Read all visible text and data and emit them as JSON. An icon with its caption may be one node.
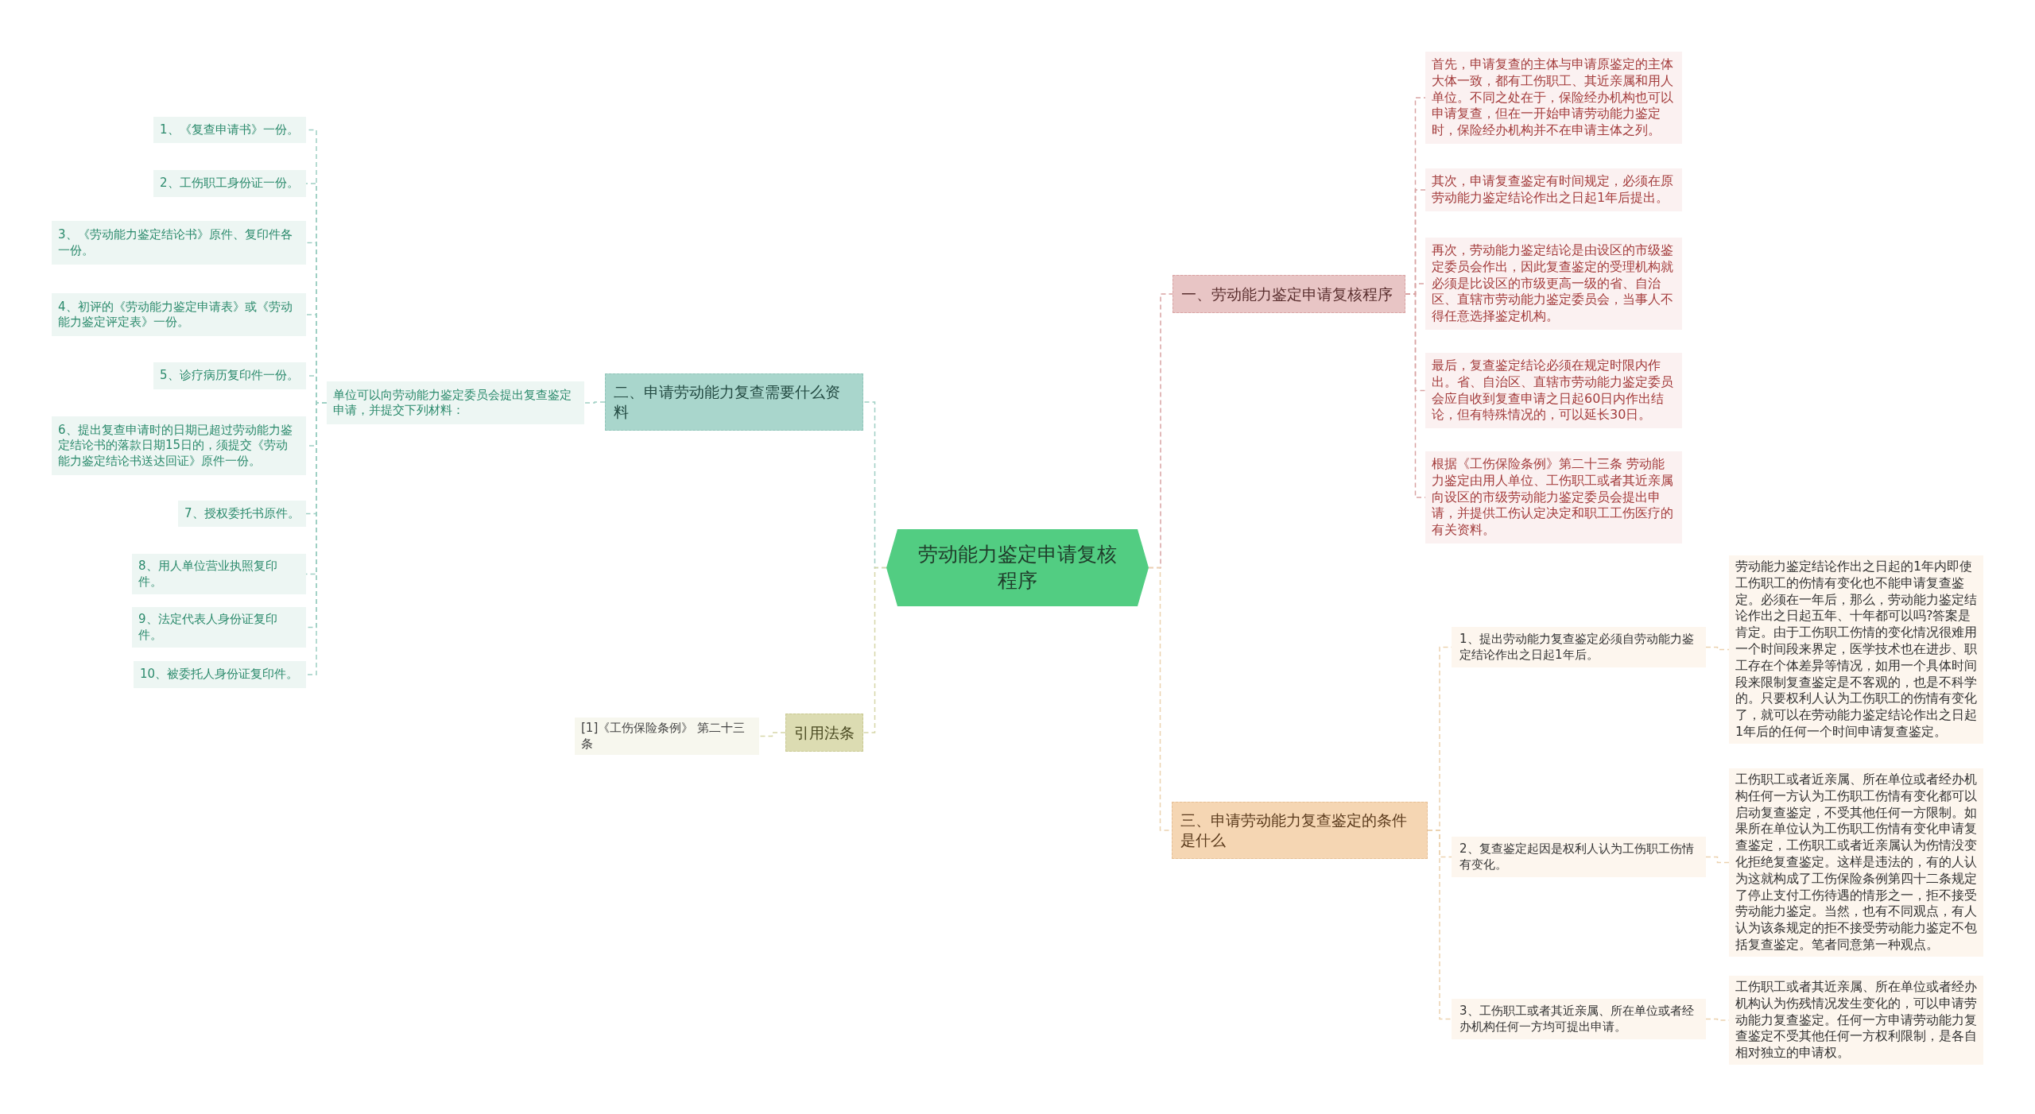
{
  "diagram": {
    "nodes": [
      {
        "text": [
          "劳动能力鉴定申请复核程序"
        ]
      },
      {
        "text": [
          "一、劳动能力鉴定申请复核程序"
        ]
      },
      {
        "text": [
          "首先，申请复查的主体与申请原鉴定的主体大体一致，都有工伤职工、其近亲属和用人单位。不同之处在于，保险经办机构也可以申请复查，但在一开始申请劳动能力鉴定时，保险经办机构并不在申请主体之列。"
        ]
      },
      {
        "text": [
          "其次，申请复查鉴定有时间规定，必须在原劳动能力鉴定结论作出之日起1年后提出。"
        ]
      },
      {
        "text": [
          "再次，劳动能力鉴定结论是由设区的市级鉴定委员会作出，因此复查鉴定的受理机构就必须是比设区的市级更高一级的省、自治区、直辖市劳动能力鉴定委员会，当事人不得任意选择鉴定机构。"
        ]
      },
      {
        "text": [
          "最后，复查鉴定结论必须在规定时限内作出。省、自治区、直辖市劳动能力鉴定委员会应自收到复查申请之日起60日内作出结论，但有特殊情况的，可以延长30日。"
        ]
      },
      {
        "text": [
          "根据《工伤保险条例》第二十三条 劳动能力鉴定由用人单位、工伤职工或者其近亲属向设区的市级劳动能力鉴定委员会提出申请，并提供工伤认定决定和职工工伤医疗的有关资料。"
        ]
      },
      {
        "text": [
          "二、申请劳动能力复查需要什么资料"
        ]
      },
      {
        "text": [
          "单位可以向劳动能力鉴定委员会提出复查鉴定申请，并提交下列材料："
        ]
      },
      {
        "text": [
          "1、《复查申请书》一份。"
        ]
      },
      {
        "text": [
          "2、工伤职工身份证一份。"
        ]
      },
      {
        "text": [
          "3、《劳动能力鉴定结论书》原件、复印件各一份。"
        ]
      },
      {
        "text": [
          "4、初评的《劳动能力鉴定申请表》或《劳动能力鉴定评定表》一份。"
        ]
      },
      {
        "text": [
          "5、诊疗病历复印件一份。"
        ]
      },
      {
        "text": [
          "6、提出复查申请时的日期已超过劳动能力鉴定结论书的落款日期15日的，须提交《劳动能力鉴定结论书送达回证》原件一份。"
        ]
      },
      {
        "text": [
          "7、授权委托书原件。"
        ]
      },
      {
        "text": [
          "8、用人单位营业执照复印件。"
        ]
      },
      {
        "text": [
          "9、法定代表人身份证复印件。"
        ]
      },
      {
        "text": [
          "10、被委托人身份证复印件。"
        ]
      },
      {
        "text": [
          "引用法条"
        ]
      },
      {
        "text": [
          "[1]《工伤保险条例》 第二十三条"
        ]
      },
      {
        "text": [
          "三、申请劳动能力复查鉴定的条件是什么"
        ]
      },
      {
        "text": [
          "1、提出劳动能力复查鉴定必须自劳动能力鉴定结论作出之日起1年后。"
        ]
      },
      {
        "text": [
          "劳动能力鉴定结论作出之日起的1年内即使工伤职工的伤情有变化也不能申请复查鉴定。必须在一年后，那么，劳动能力鉴定结论作出之日起五年、十年都可以吗?答案是肯定。由于工伤职工伤情的变化情况很难用一个时间段来界定，医学技术也在进步、职工存在个体差异等情况，如用一个具体时间段来限制复查鉴定是不客观的，也是不科学的。只要权利人认为工伤职工的伤情有变化了，就可以在劳动能力鉴定结论作出之日起1年后的任何一个时间申请复查鉴定。"
        ]
      },
      {
        "text": [
          "2、复查鉴定起因是权利人认为工伤职工伤情有变化。"
        ]
      },
      {
        "text": [
          "工伤职工或者近亲属、所在单位或者经办机构任何一方认为工伤职工伤情有变化都可以启动复查鉴定，不受其他任何一方限制。如果所在单位认为工伤职工伤情有变化申请复查鉴定，工伤职工或者近亲属认为伤情没变化拒绝复查鉴定。这样是违法的，有的人认为这就构成了工伤保险条例第四十二条规定了停止支付工伤待遇的情形之一，拒不接受劳动能力鉴定。当然，也有不同观点，有人认为该条规定的拒不接受劳动能力鉴定不包括复查鉴定。笔者同意第一种观点。"
        ]
      },
      {
        "text": [
          "3、工伤职工或者其近亲属、所在单位或者经办机构任何一方均可提出申请。"
        ]
      },
      {
        "text": [
          "工伤职工或者其近亲属、所在单位或者经办机构认为伤残情况发生变化的，可以申请劳动能力复查鉴定。任何一方申请劳动能力复查鉴定不受其他任何一方权利限制，是各自相对独立的申请权。"
        ]
      }
    ],
    "edges": [
      {
        "from": 0,
        "to": 1,
        "arrow": "none",
        "style": "dashed",
        "color": "#d9a3a3"
      },
      {
        "from": 1,
        "to": 2,
        "arrow": "none",
        "style": "dashed",
        "color": "#d9a3a3"
      },
      {
        "from": 1,
        "to": 3,
        "arrow": "none",
        "style": "dashed",
        "color": "#d9a3a3"
      },
      {
        "from": 1,
        "to": 4,
        "arrow": "none",
        "style": "dashed",
        "color": "#d9a3a3"
      },
      {
        "from": 1,
        "to": 5,
        "arrow": "none",
        "style": "dashed",
        "color": "#d9a3a3"
      },
      {
        "from": 1,
        "to": 6,
        "arrow": "none",
        "style": "dashed",
        "color": "#d9a3a3"
      },
      {
        "from": 0,
        "to": 7,
        "arrow": "none",
        "style": "dashed",
        "color": "#9fcfc4"
      },
      {
        "from": 7,
        "to": 8,
        "arrow": "none",
        "style": "dashed",
        "color": "#9fcfc4"
      },
      {
        "from": 8,
        "to": 9,
        "arrow": "none",
        "style": "dashed",
        "color": "#9fcfc4"
      },
      {
        "from": 8,
        "to": 10,
        "arrow": "none",
        "style": "dashed",
        "color": "#9fcfc4"
      },
      {
        "from": 8,
        "to": 11,
        "arrow": "none",
        "style": "dashed",
        "color": "#9fcfc4"
      },
      {
        "from": 8,
        "to": 12,
        "arrow": "none",
        "style": "dashed",
        "color": "#9fcfc4"
      },
      {
        "from": 8,
        "to": 13,
        "arrow": "none",
        "style": "dashed",
        "color": "#9fcfc4"
      },
      {
        "from": 8,
        "to": 14,
        "arrow": "none",
        "style": "dashed",
        "color": "#9fcfc4"
      },
      {
        "from": 8,
        "to": 15,
        "arrow": "none",
        "style": "dashed",
        "color": "#9fcfc4"
      },
      {
        "from": 8,
        "to": 16,
        "arrow": "none",
        "style": "dashed",
        "color": "#9fcfc4"
      },
      {
        "from": 8,
        "to": 17,
        "arrow": "none",
        "style": "dashed",
        "color": "#9fcfc4"
      },
      {
        "from": 8,
        "to": 18,
        "arrow": "none",
        "style": "dashed",
        "color": "#9fcfc4"
      },
      {
        "from": 0,
        "to": 19,
        "arrow": "none",
        "style": "dashed",
        "color": "#d6d6a8"
      },
      {
        "from": 19,
        "to": 20,
        "arrow": "none",
        "style": "dashed",
        "color": "#d6d6a8"
      },
      {
        "from": 0,
        "to": 21,
        "arrow": "none",
        "style": "dashed",
        "color": "#ecd2b0"
      },
      {
        "from": 21,
        "to": 22,
        "arrow": "none",
        "style": "dashed",
        "color": "#ecd2b0"
      },
      {
        "from": 22,
        "to": 23,
        "arrow": "none",
        "style": "dashed",
        "color": "#ecd2b0"
      },
      {
        "from": 21,
        "to": 24,
        "arrow": "none",
        "style": "dashed",
        "color": "#ecd2b0"
      },
      {
        "from": 24,
        "to": 25,
        "arrow": "none",
        "style": "dashed",
        "color": "#ecd2b0"
      },
      {
        "from": 21,
        "to": 26,
        "arrow": "none",
        "style": "dashed",
        "color": "#ecd2b0"
      },
      {
        "from": 26,
        "to": 27,
        "arrow": "none",
        "style": "dashed",
        "color": "#ecd2b0"
      }
    ]
  }
}
